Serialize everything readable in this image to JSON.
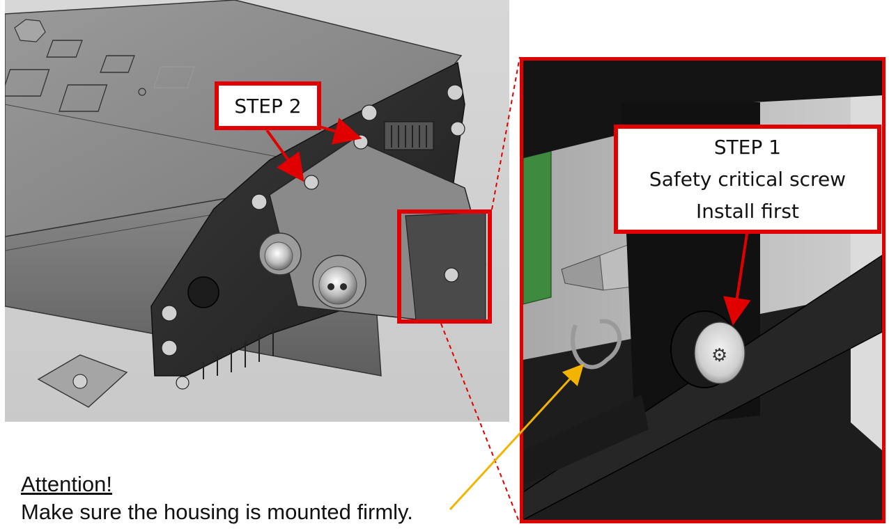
{
  "callouts": {
    "step2": "STEP 2",
    "step1": {
      "title": "STEP 1",
      "line2": "Safety critical screw",
      "line3": "Install first"
    }
  },
  "attention": {
    "title": "Attention!",
    "text": "Make sure the housing is mounted firmly."
  },
  "colors": {
    "callout_red": "#e10000",
    "attention_arrow": "#f2b400"
  }
}
